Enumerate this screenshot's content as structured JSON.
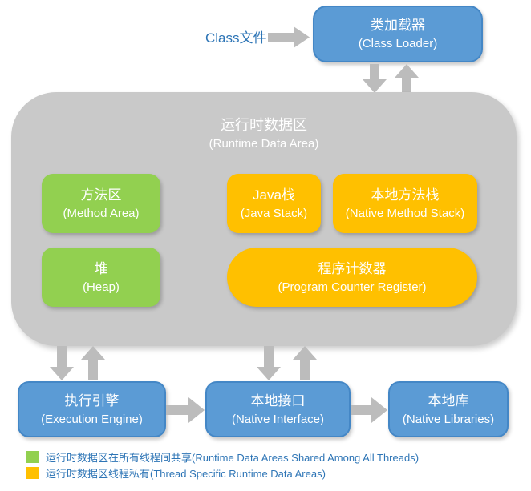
{
  "diagram": {
    "class_file_label": "Class文件",
    "class_loader": {
      "title": "类加载器",
      "subtitle": "(Class Loader)"
    },
    "runtime_area": {
      "title": "运行时数据区",
      "subtitle": "(Runtime Data Area)"
    },
    "method_area": {
      "title": "方法区",
      "subtitle": "(Method Area)"
    },
    "heap": {
      "title": "堆",
      "subtitle": "(Heap)"
    },
    "java_stack": {
      "title": "Java栈",
      "subtitle": "(Java Stack)"
    },
    "native_method_stack": {
      "title": "本地方法栈",
      "subtitle": "(Native Method Stack)"
    },
    "pc_register": {
      "title": "程序计数器",
      "subtitle": "(Program Counter Register)"
    },
    "execution_engine": {
      "title": "执行引擎",
      "subtitle": "(Execution Engine)"
    },
    "native_interface": {
      "title": "本地接口",
      "subtitle": "(Native Interface)"
    },
    "native_libraries": {
      "title": "本地库",
      "subtitle": "(Native Libraries)"
    },
    "legend": [
      {
        "color": "#92D050",
        "label": "运行时数据区在所有线程间共享(Runtime Data Areas Shared Among All Threads)"
      },
      {
        "color": "#FFC000",
        "label": "运行时数据区线程私有(Thread Specific Runtime Data Areas)"
      }
    ],
    "colors": {
      "blue_fill": "#5B9BD5",
      "blue_border": "#4487C6",
      "green_fill": "#92D050",
      "orange_fill": "#FFC000",
      "gray_area": "#C9C9C9",
      "arrow_gray": "#BCBCBC",
      "label_blue": "#2E75B6"
    }
  }
}
